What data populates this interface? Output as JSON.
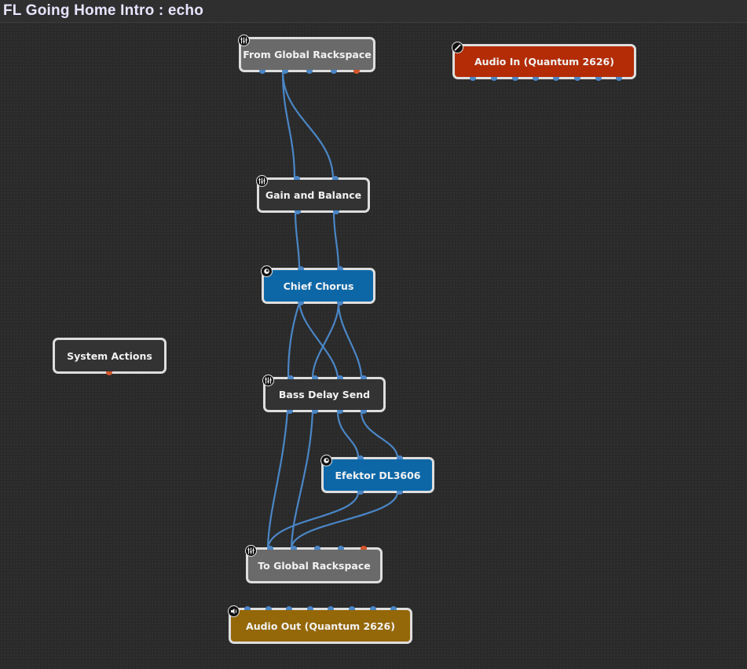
{
  "window": {
    "title": "FL Going Home Intro : echo"
  },
  "colors": {
    "audio_wire": "#4a86c6",
    "midi_port": "#d4552a",
    "node_border": "#dedede",
    "io_node": "#6a6a6a",
    "utility_node": "#333333",
    "plugin_node": "#0d67a7",
    "audio_in_node": "#b32c06",
    "audio_out_node": "#946708"
  },
  "nodes": {
    "from_global": {
      "label": "From Global Rackspace",
      "icon": "sliders-icon"
    },
    "audio_in": {
      "label": "Audio In (Quantum 2626)",
      "icon": "audio-input-icon"
    },
    "gain_balance": {
      "label": "Gain and Balance",
      "icon": "sliders-icon"
    },
    "chief_chorus": {
      "label": "Chief Chorus",
      "icon": "plugin-icon"
    },
    "system_actions": {
      "label": "System Actions"
    },
    "bass_delay": {
      "label": "Bass Delay Send",
      "icon": "sliders-icon"
    },
    "efektor": {
      "label": "Efektor DL3606",
      "icon": "plugin-icon"
    },
    "to_global": {
      "label": "To Global Rackspace",
      "icon": "sliders-icon"
    },
    "audio_out": {
      "label": "Audio Out (Quantum 2626)",
      "icon": "audio-output-icon"
    }
  }
}
